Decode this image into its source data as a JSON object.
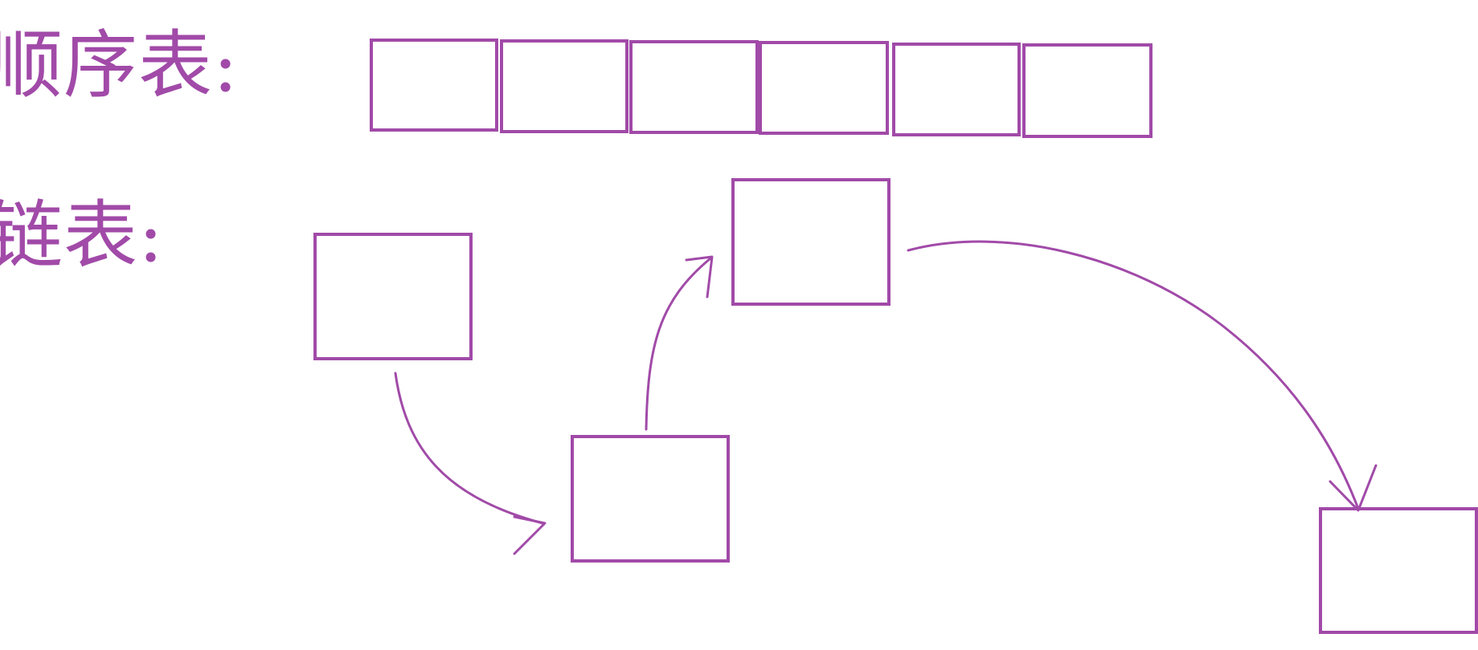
{
  "labels": {
    "sequential_list": "顺序表:",
    "linked_list": "链表:"
  },
  "colors": {
    "stroke": "#a14aa8",
    "background": "#ffffff"
  },
  "sequential_list": {
    "cell_count": 6
  },
  "linked_list": {
    "node_count": 4,
    "link_count": 3
  }
}
